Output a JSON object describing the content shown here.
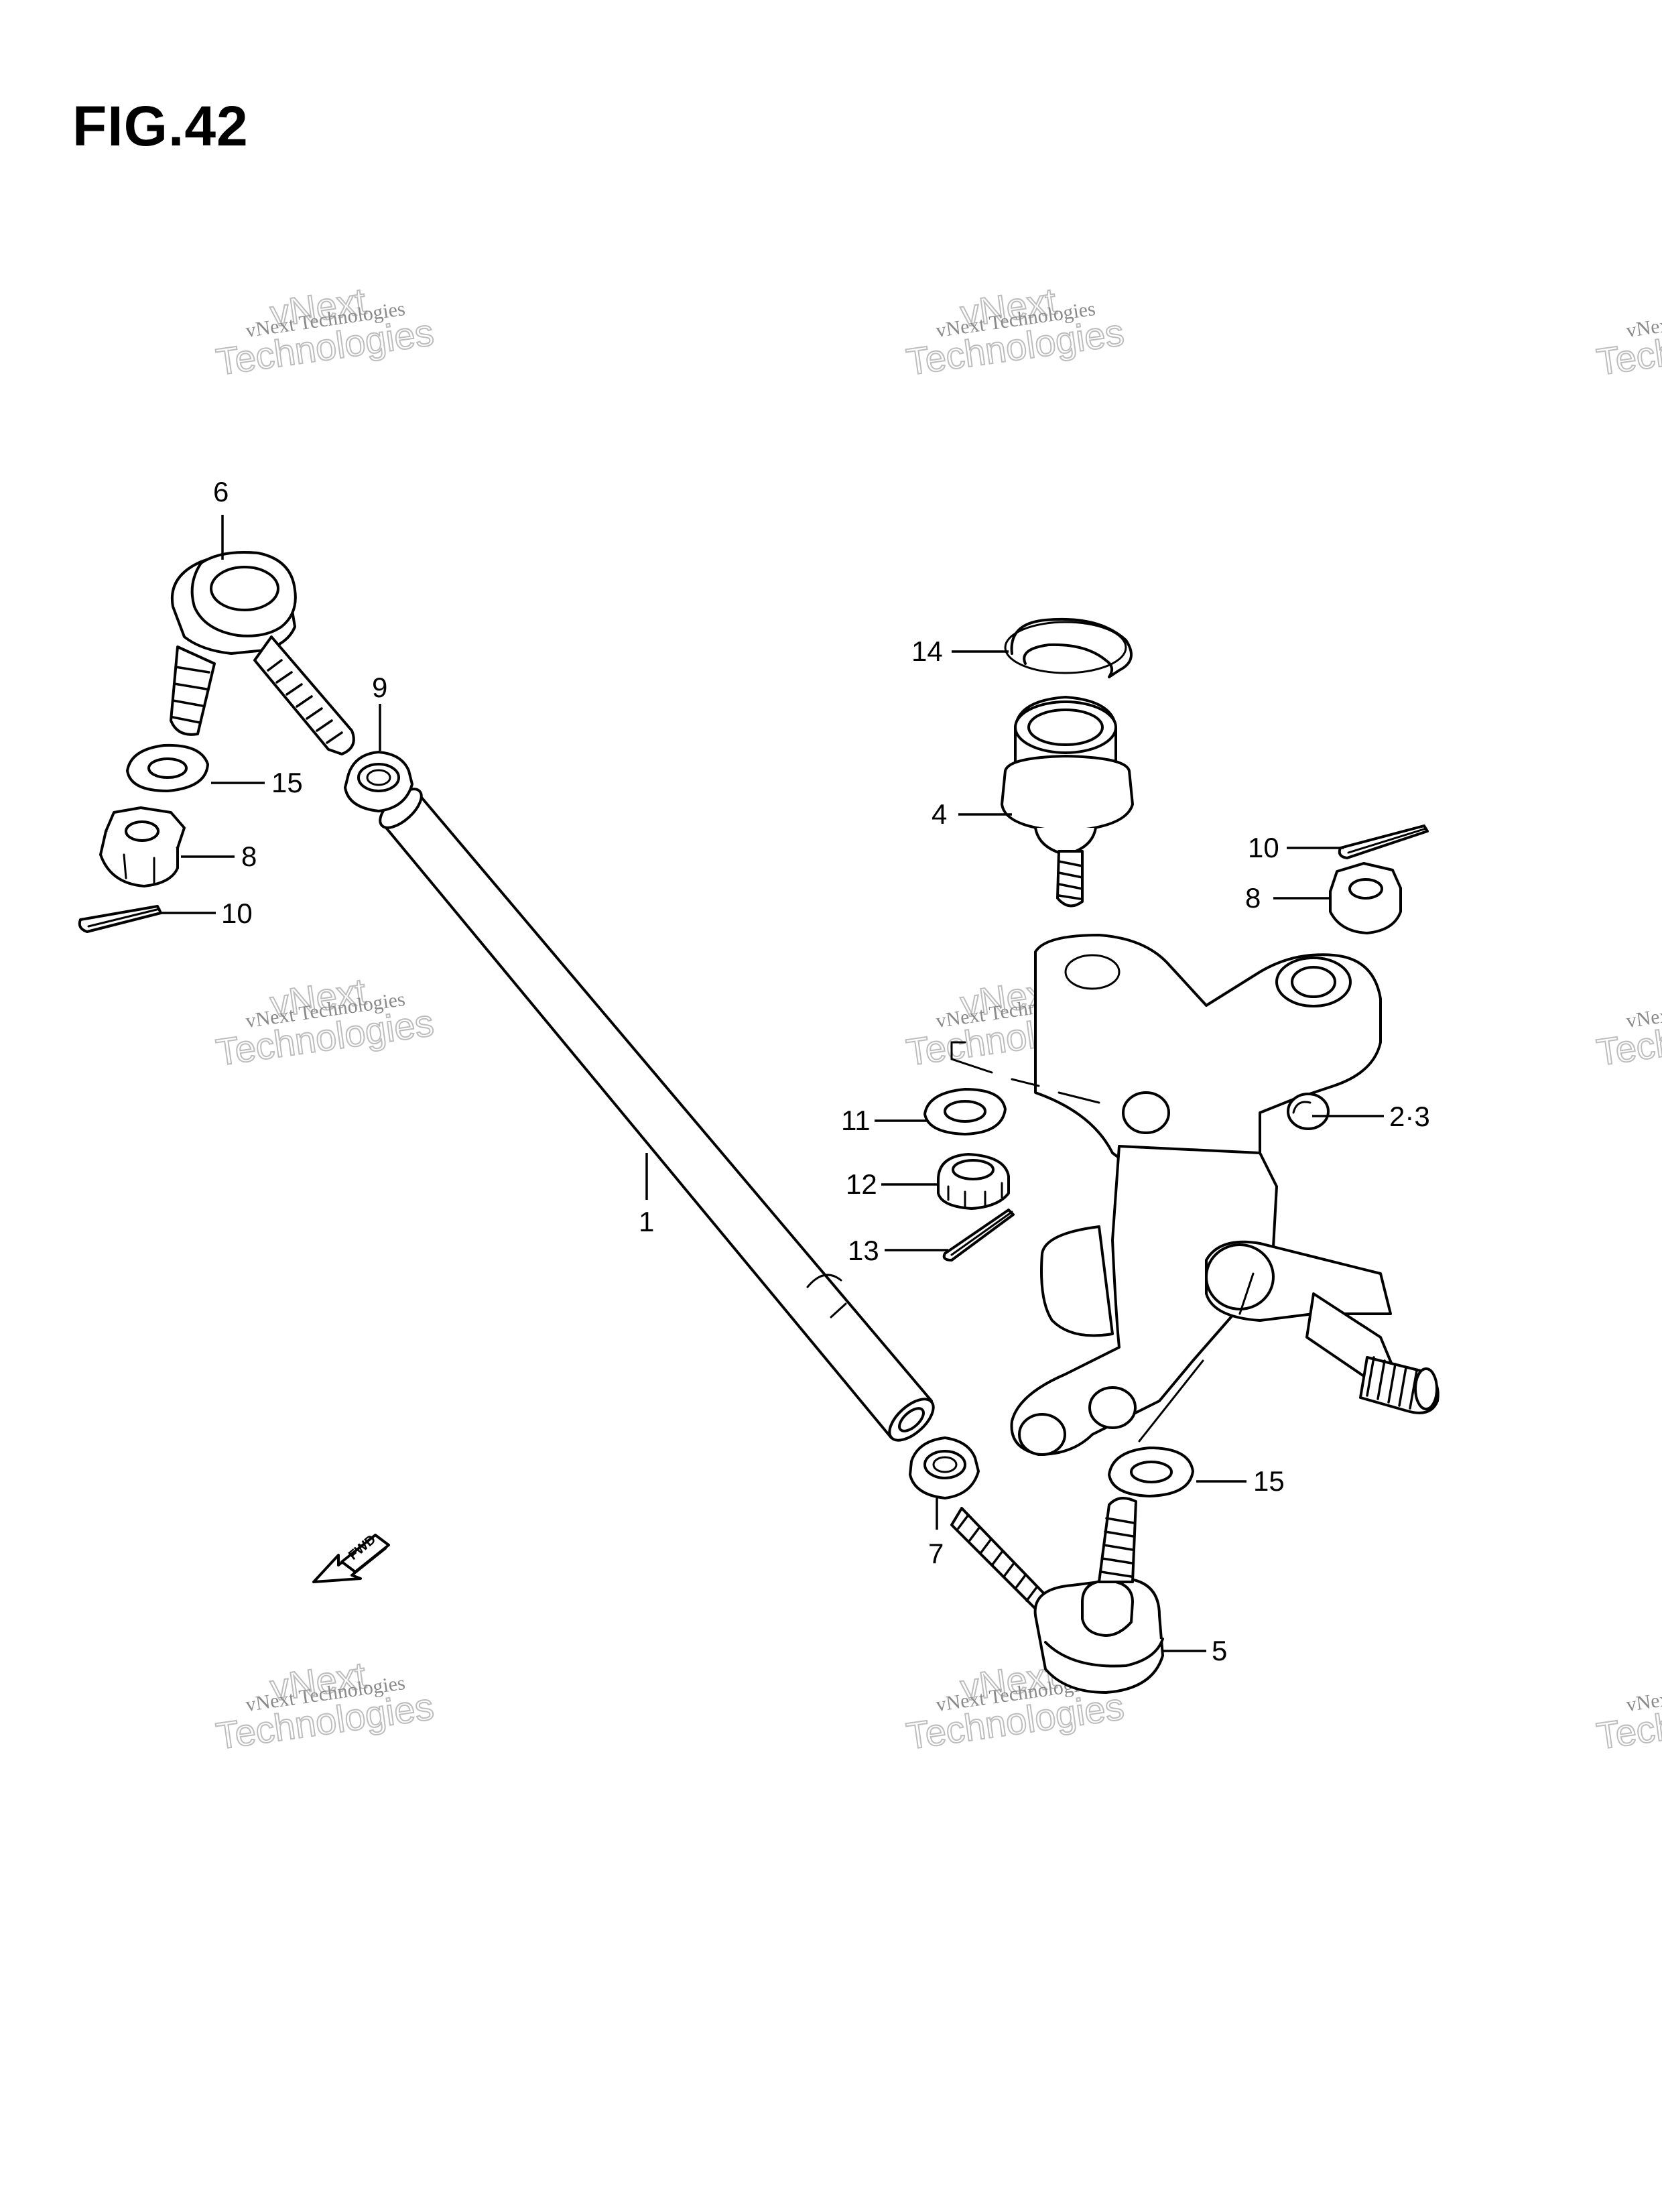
{
  "figure": {
    "title": "FIG.42"
  },
  "callouts": [
    {
      "id": "c1",
      "label": "1"
    },
    {
      "id": "c23",
      "label": "2·3"
    },
    {
      "id": "c4",
      "label": "4"
    },
    {
      "id": "c5",
      "label": "5"
    },
    {
      "id": "c6",
      "label": "6"
    },
    {
      "id": "c7",
      "label": "7"
    },
    {
      "id": "c8a",
      "label": "8"
    },
    {
      "id": "c8b",
      "label": "8"
    },
    {
      "id": "c9",
      "label": "9"
    },
    {
      "id": "c10a",
      "label": "10"
    },
    {
      "id": "c10b",
      "label": "10"
    },
    {
      "id": "c11",
      "label": "11"
    },
    {
      "id": "c12",
      "label": "12"
    },
    {
      "id": "c13",
      "label": "13"
    },
    {
      "id": "c14",
      "label": "14"
    },
    {
      "id": "c15a",
      "label": "15"
    },
    {
      "id": "c15b",
      "label": "15"
    }
  ],
  "watermark": {
    "line1": "vNext Technologies",
    "line2": "vNext",
    "line3": "Technologies"
  },
  "fwd_badge": {
    "label": "FWD"
  }
}
